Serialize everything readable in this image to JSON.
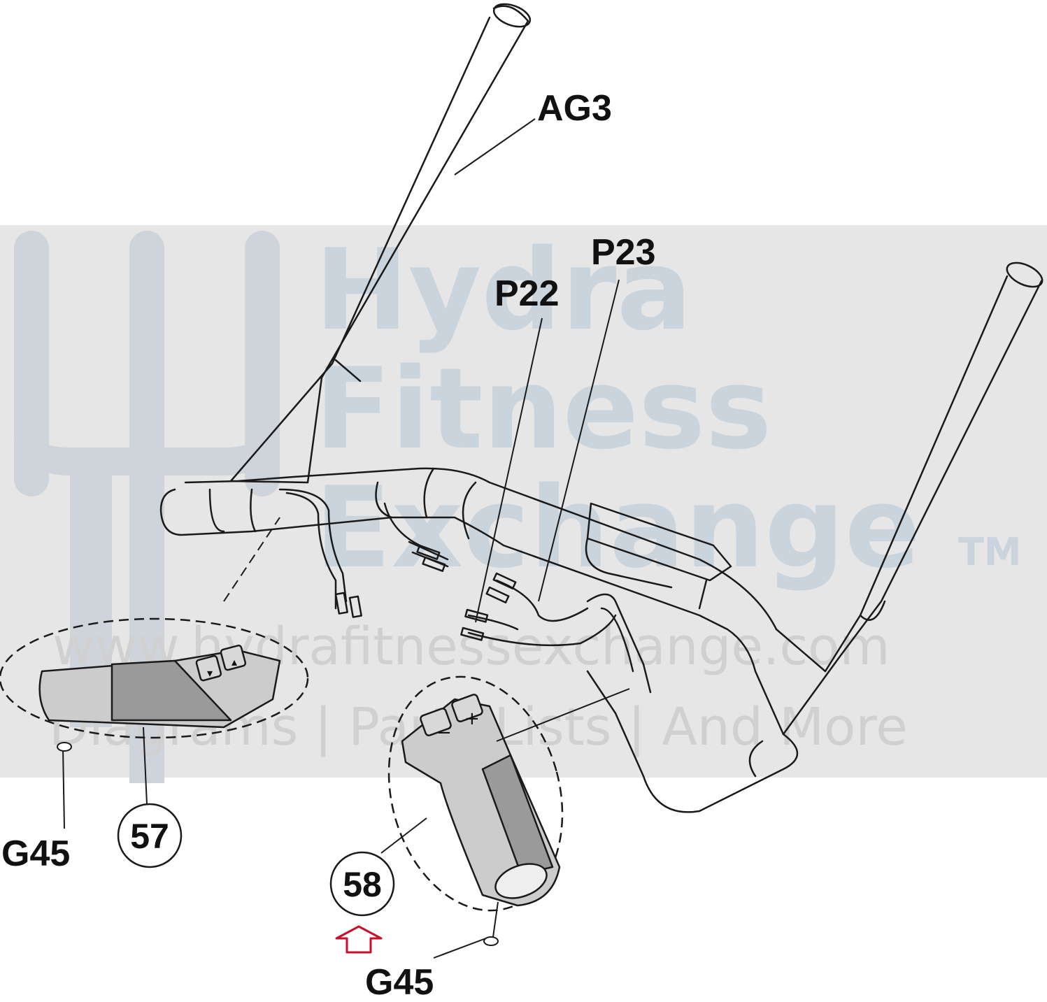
{
  "watermark": {
    "line1": "Hydra",
    "line2": "Fitness",
    "line3": "Exchange",
    "tm": "TM",
    "url": "www.hydrafitnessexchange.com",
    "tagline": "Diagrams | Parts Lists | And More",
    "band_color": "#e6e6e6"
  },
  "callouts": {
    "ag3": "AG3",
    "p23": "P23",
    "p22": "P22",
    "g45_left": "G45",
    "g45_right": "G45",
    "n57": "57",
    "n58": "58"
  },
  "keypads": {
    "left": {
      "upper": "▴",
      "lower": "▾"
    },
    "right": {
      "plus": "+",
      "minus": "−"
    }
  },
  "colors": {
    "line": "#1a1a1a",
    "highlight_arrow": "#c8102e",
    "button_fill": "#d8d8d8",
    "grip_fill": "#9a9a9a"
  }
}
